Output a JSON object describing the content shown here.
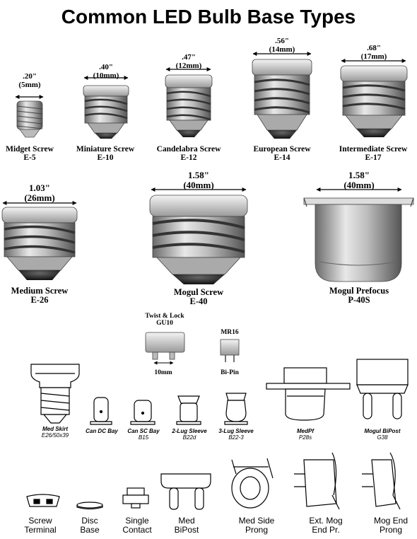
{
  "title": "Common LED Bulb Base Types",
  "row1": [
    {
      "inch": ".20\"",
      "mm": "(5mm)",
      "name": "Midget Screw",
      "code": "E-5"
    },
    {
      "inch": ".40\"",
      "mm": "(10mm)",
      "name": "Miniature Screw",
      "code": "E-10"
    },
    {
      "inch": ".47\"",
      "mm": "(12mm)",
      "name": "Candelabra Screw",
      "code": "E-12"
    },
    {
      "inch": ".56\"",
      "mm": "(14mm)",
      "name": "European Screw",
      "code": "E-14"
    },
    {
      "inch": ".68\"",
      "mm": "(17mm)",
      "name": "Intermediate Screw",
      "code": "E-17"
    }
  ],
  "row2": [
    {
      "inch": "1.03\"",
      "mm": "(26mm)",
      "name": "Medium Screw",
      "code": "E-26"
    },
    {
      "inch": "1.58\"",
      "mm": "(40mm)",
      "name": "Mogul Screw",
      "code": "E-40"
    },
    {
      "inch": "1.58\"",
      "mm": "(40mm)",
      "name": "Mogul Prefocus",
      "code": "P-40S"
    }
  ],
  "gu10": {
    "title1": "Twist & Lock",
    "title2": "GU10",
    "dim": "10mm"
  },
  "mr16": {
    "title": "MR16",
    "label": "Bi-Pin"
  },
  "row3": [
    {
      "name": "Med Skirt",
      "code": "E26/50x39"
    },
    {
      "name": "Can DC Bay",
      "code": ""
    },
    {
      "name": "Can SC Bay",
      "code": "B15"
    },
    {
      "name": "2-Lug Sleeve",
      "code": "B22d"
    },
    {
      "name": "3-Lug Sleeve",
      "code": "B22-3"
    },
    {
      "name": "MedPf",
      "code": "P28s"
    },
    {
      "name": "Mogul BiPost",
      "code": "G38"
    }
  ],
  "row4": [
    {
      "line1": "Screw",
      "line2": "Terminal"
    },
    {
      "line1": "Disc",
      "line2": "Base"
    },
    {
      "line1": "Single",
      "line2": "Contact"
    },
    {
      "line1": "Med",
      "line2": "BiPost"
    },
    {
      "line1": "Med Side",
      "line2": "Prong"
    },
    {
      "line1": "Ext. Mog",
      "line2": "End Pr."
    },
    {
      "line1": "Mog End",
      "line2": "Prong"
    }
  ]
}
